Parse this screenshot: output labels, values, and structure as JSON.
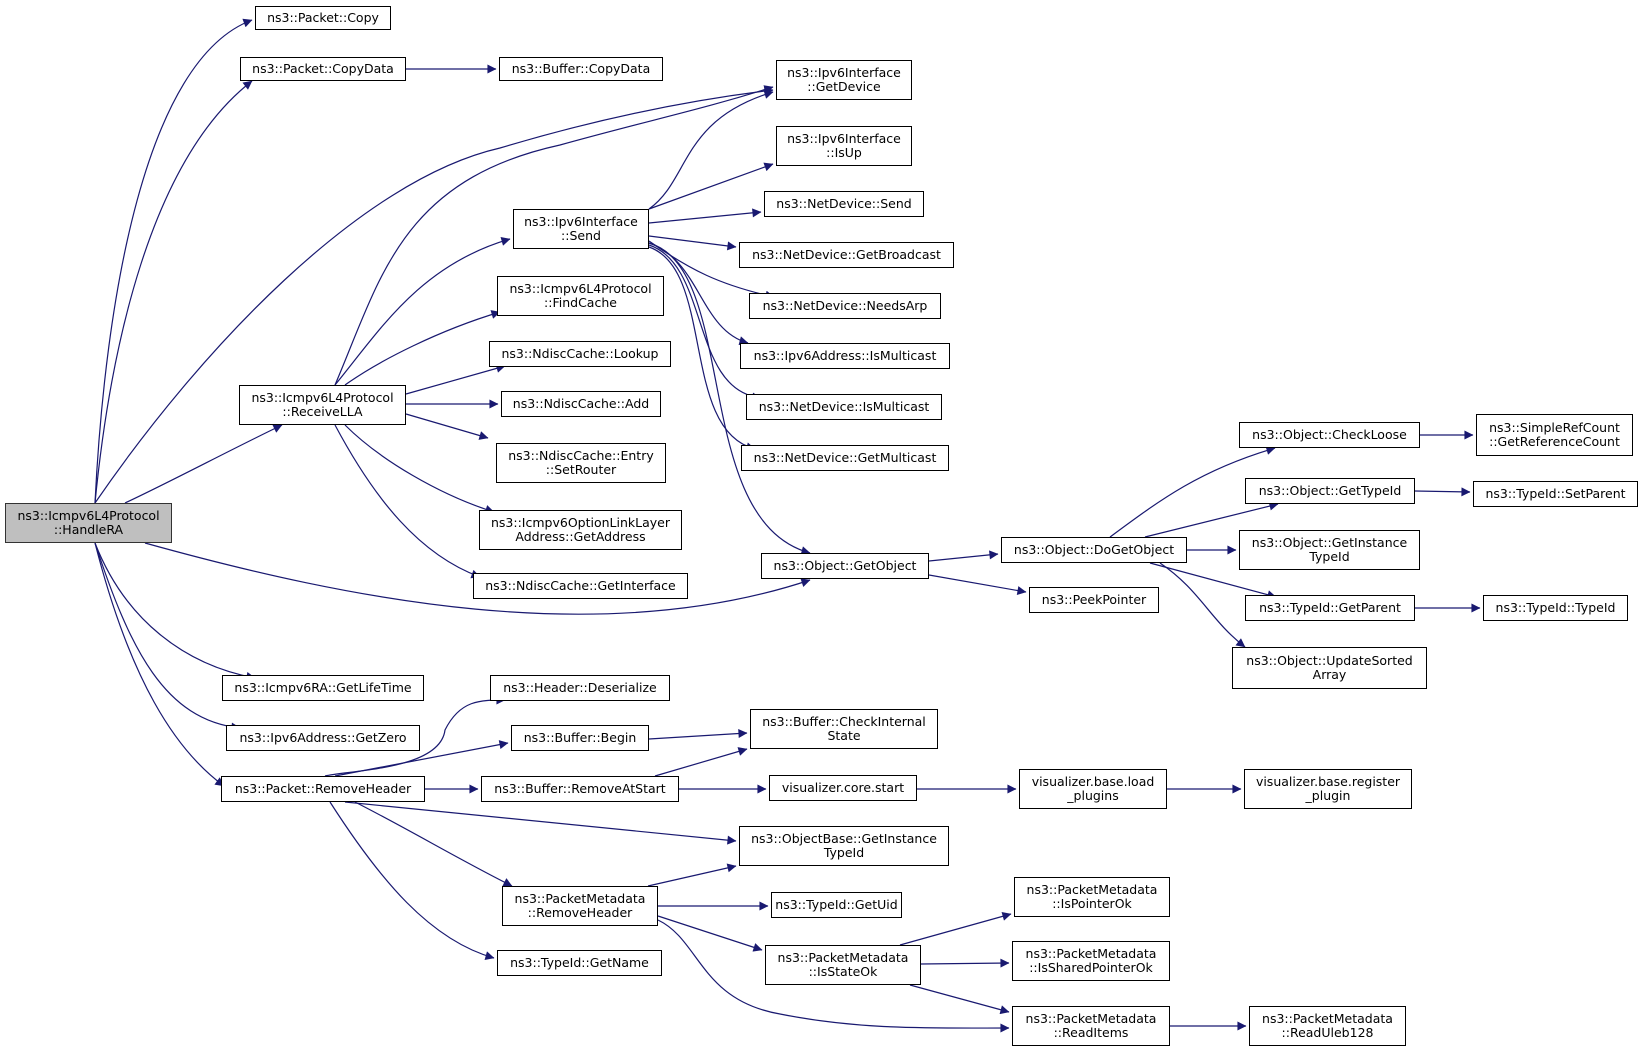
{
  "colors": {
    "edge": "#191970",
    "root_fill": "#bfbfbf",
    "node_fill": "#ffffff",
    "border": "#000000"
  },
  "nodes": {
    "handle_ra": "ns3::Icmpv6L4Protocol\n::HandleRA",
    "packet_copy": "ns3::Packet::Copy",
    "packet_copydata": "ns3::Packet::CopyData",
    "buffer_copydata": "ns3::Buffer::CopyData",
    "ipv6if_getdevice": "ns3::Ipv6Interface\n::GetDevice",
    "ipv6if_isup": "ns3::Ipv6Interface\n::IsUp",
    "ipv6if_send": "ns3::Ipv6Interface\n::Send",
    "netdevice_send": "ns3::NetDevice::Send",
    "netdevice_getbroadcast": "ns3::NetDevice::GetBroadcast",
    "netdevice_needsarp": "ns3::NetDevice::NeedsArp",
    "ipv6addr_ismulticast": "ns3::Ipv6Address::IsMulticast",
    "netdevice_ismulticast": "ns3::NetDevice::IsMulticast",
    "netdevice_getmulticast": "ns3::NetDevice::GetMulticast",
    "icmpv6_findcache": "ns3::Icmpv6L4Protocol\n::FindCache",
    "ndisc_lookup": "ns3::NdiscCache::Lookup",
    "icmpv6_receivella": "ns3::Icmpv6L4Protocol\n::ReceiveLLA",
    "ndisc_add": "ns3::NdiscCache::Add",
    "ndisc_entry_setrouter": "ns3::NdiscCache::Entry\n::SetRouter",
    "optlinklayer_getaddress": "ns3::Icmpv6OptionLinkLayer\nAddress::GetAddress",
    "ndisc_getinterface": "ns3::NdiscCache::GetInterface",
    "object_getobject": "ns3::Object::GetObject",
    "object_dogetobject": "ns3::Object::DoGetObject",
    "peekpointer": "ns3::PeekPointer",
    "object_checkloose": "ns3::Object::CheckLoose",
    "simplerefcount_getrefcount": "ns3::SimpleRefCount\n::GetReferenceCount",
    "object_gettypeid": "ns3::Object::GetTypeId",
    "typeid_setparent": "ns3::TypeId::SetParent",
    "object_getinstancetypeid": "ns3::Object::GetInstance\nTypeId",
    "typeid_getparent": "ns3::TypeId::GetParent",
    "typeid_typeid": "ns3::TypeId::TypeId",
    "object_updatesortedarray": "ns3::Object::UpdateSorted\nArray",
    "icmpv6ra_getlifetime": "ns3::Icmpv6RA::GetLifeTime",
    "ipv6addr_getzero": "ns3::Ipv6Address::GetZero",
    "packet_removeheader": "ns3::Packet::RemoveHeader",
    "header_deserialize": "ns3::Header::Deserialize",
    "buffer_begin": "ns3::Buffer::Begin",
    "buffer_checkinternalstate": "ns3::Buffer::CheckInternal\nState",
    "buffer_removeatstart": "ns3::Buffer::RemoveAtStart",
    "vis_core_start": "visualizer.core.start",
    "vis_base_load_plugins": "visualizer.base.load\n_plugins",
    "vis_base_register_plugin": "visualizer.base.register\n_plugin",
    "objectbase_getinstancetypeid": "ns3::ObjectBase::GetInstance\nTypeId",
    "pktmeta_removeheader": "ns3::PacketMetadata\n::RemoveHeader",
    "typeid_getuid": "ns3::TypeId::GetUid",
    "typeid_getname": "ns3::TypeId::GetName",
    "pktmeta_isstateok": "ns3::PacketMetadata\n::IsStateOk",
    "pktmeta_ispointerok": "ns3::PacketMetadata\n::IsPointerOk",
    "pktmeta_issharedpointerok": "ns3::PacketMetadata\n::IsSharedPointerOk",
    "pktmeta_readitems": "ns3::PacketMetadata\n::ReadItems",
    "pktmeta_readuleb128": "ns3::PacketMetadata\n::ReadUleb128"
  }
}
